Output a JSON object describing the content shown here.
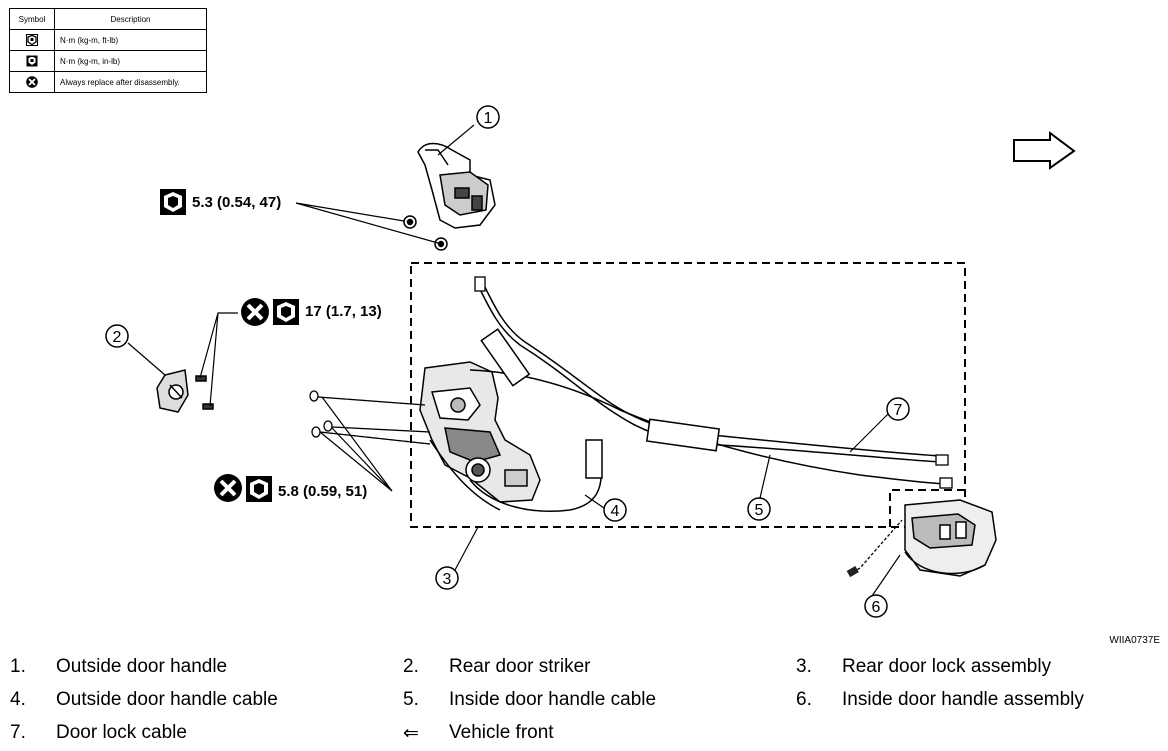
{
  "legend": {
    "header_symbol": "Symbol",
    "header_description": "Description",
    "rows": [
      {
        "icon": "torque-ftlb-icon",
        "description": "N·m (kg-m, ft-lb)"
      },
      {
        "icon": "torque-inlb-icon",
        "description": "N·m (kg-m, in-lb)"
      },
      {
        "icon": "always-replace-icon",
        "description": "Always replace after disassembly."
      }
    ]
  },
  "callouts": {
    "c1": "1",
    "c2": "2",
    "c3": "3",
    "c4": "4",
    "c5": "5",
    "c6": "6",
    "c7": "7"
  },
  "torques": {
    "t1": "5.3 (0.54, 47)",
    "t2": "17 (1.7, 13)",
    "t3": "5.8 (0.59, 51)"
  },
  "figure_code": "WIIA0737E",
  "captions": [
    {
      "num": "1.",
      "text": "Outside door handle"
    },
    {
      "num": "2.",
      "text": "Rear door striker"
    },
    {
      "num": "3.",
      "text": "Rear door lock assembly"
    },
    {
      "num": "4.",
      "text": "Outside door handle cable"
    },
    {
      "num": "5.",
      "text": "Inside door handle cable"
    },
    {
      "num": "6.",
      "text": "Inside door handle assembly"
    },
    {
      "num": "7.",
      "text": "Door lock cable"
    },
    {
      "num": "⇐",
      "text": "Vehicle front"
    }
  ]
}
